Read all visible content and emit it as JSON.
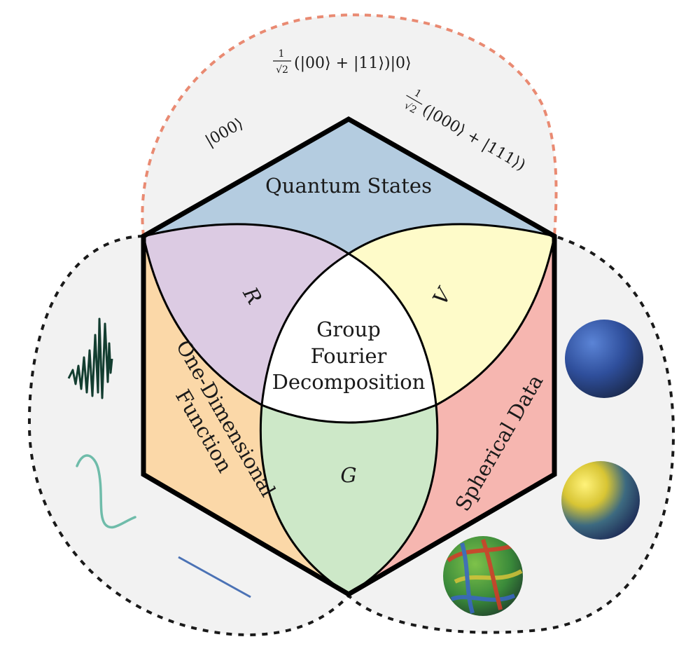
{
  "regions": {
    "top_label": "Quantum States",
    "left_label_line1": "One-Dimensional",
    "left_label_line2": "Function",
    "right_label": "Spherical Data",
    "center_line1": "Group",
    "center_line2": "Fourier",
    "center_line3": "Decomposition",
    "lens_left": "R",
    "lens_right": "V",
    "lens_bottom": "G"
  },
  "states": {
    "ket_zero": "|000⟩",
    "bell_coef": "1",
    "bell_root": "√2",
    "bell_state": "(|00⟩ + |11⟩)|0⟩",
    "ghz_coef": "1",
    "ghz_root": "√2",
    "ghz_state": "(|000⟩ + |111⟩)"
  },
  "colors": {
    "quantum_fill": "#b4cce0",
    "function_fill": "#fbd8a8",
    "spherical_fill": "#f6b6b0",
    "lens_r": "#dccbe3",
    "lens_v": "#fefbc9",
    "lens_g": "#cde8c8",
    "center": "#ffffff",
    "blob": "#f2f2f2",
    "quantum_border": "#e98a72",
    "outline": "#000000"
  },
  "icons": [
    "noisy-wave-icon",
    "smooth-wave-icon",
    "straight-line-icon",
    "blue-sphere-icon",
    "yellow-blue-sphere-icon",
    "textured-sphere-icon"
  ]
}
